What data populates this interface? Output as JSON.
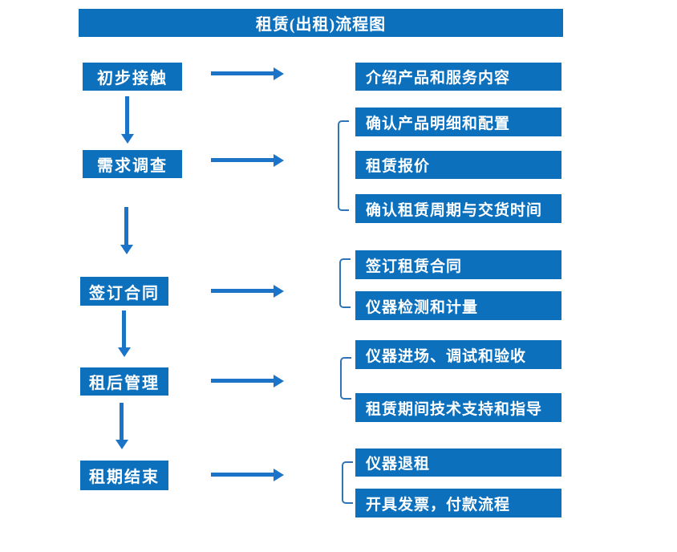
{
  "title": "租赁(出租)流程图",
  "colors": {
    "box_blue": "#0d70bd",
    "arrow_blue": "#1b74c8",
    "bracket_blue": "#2e74b6",
    "text": "#ffffff",
    "background": "#ffffff"
  },
  "flow": {
    "stages": [
      {
        "label": "初步接触",
        "outputs": [
          "介绍产品和服务内容"
        ]
      },
      {
        "label": "需求调查",
        "outputs": [
          "确认产品明细和配置",
          "租赁报价",
          "确认租赁周期与交货时间"
        ]
      },
      {
        "label": "签订合同",
        "outputs": [
          "签订租赁合同",
          "仪器检测和计量"
        ]
      },
      {
        "label": "租后管理",
        "outputs": [
          "仪器进场、调试和验收",
          "租赁期间技术支持和指导"
        ]
      },
      {
        "label": "租期结束",
        "outputs": [
          "仪器退租",
          "开具发票，付款流程"
        ]
      }
    ]
  }
}
